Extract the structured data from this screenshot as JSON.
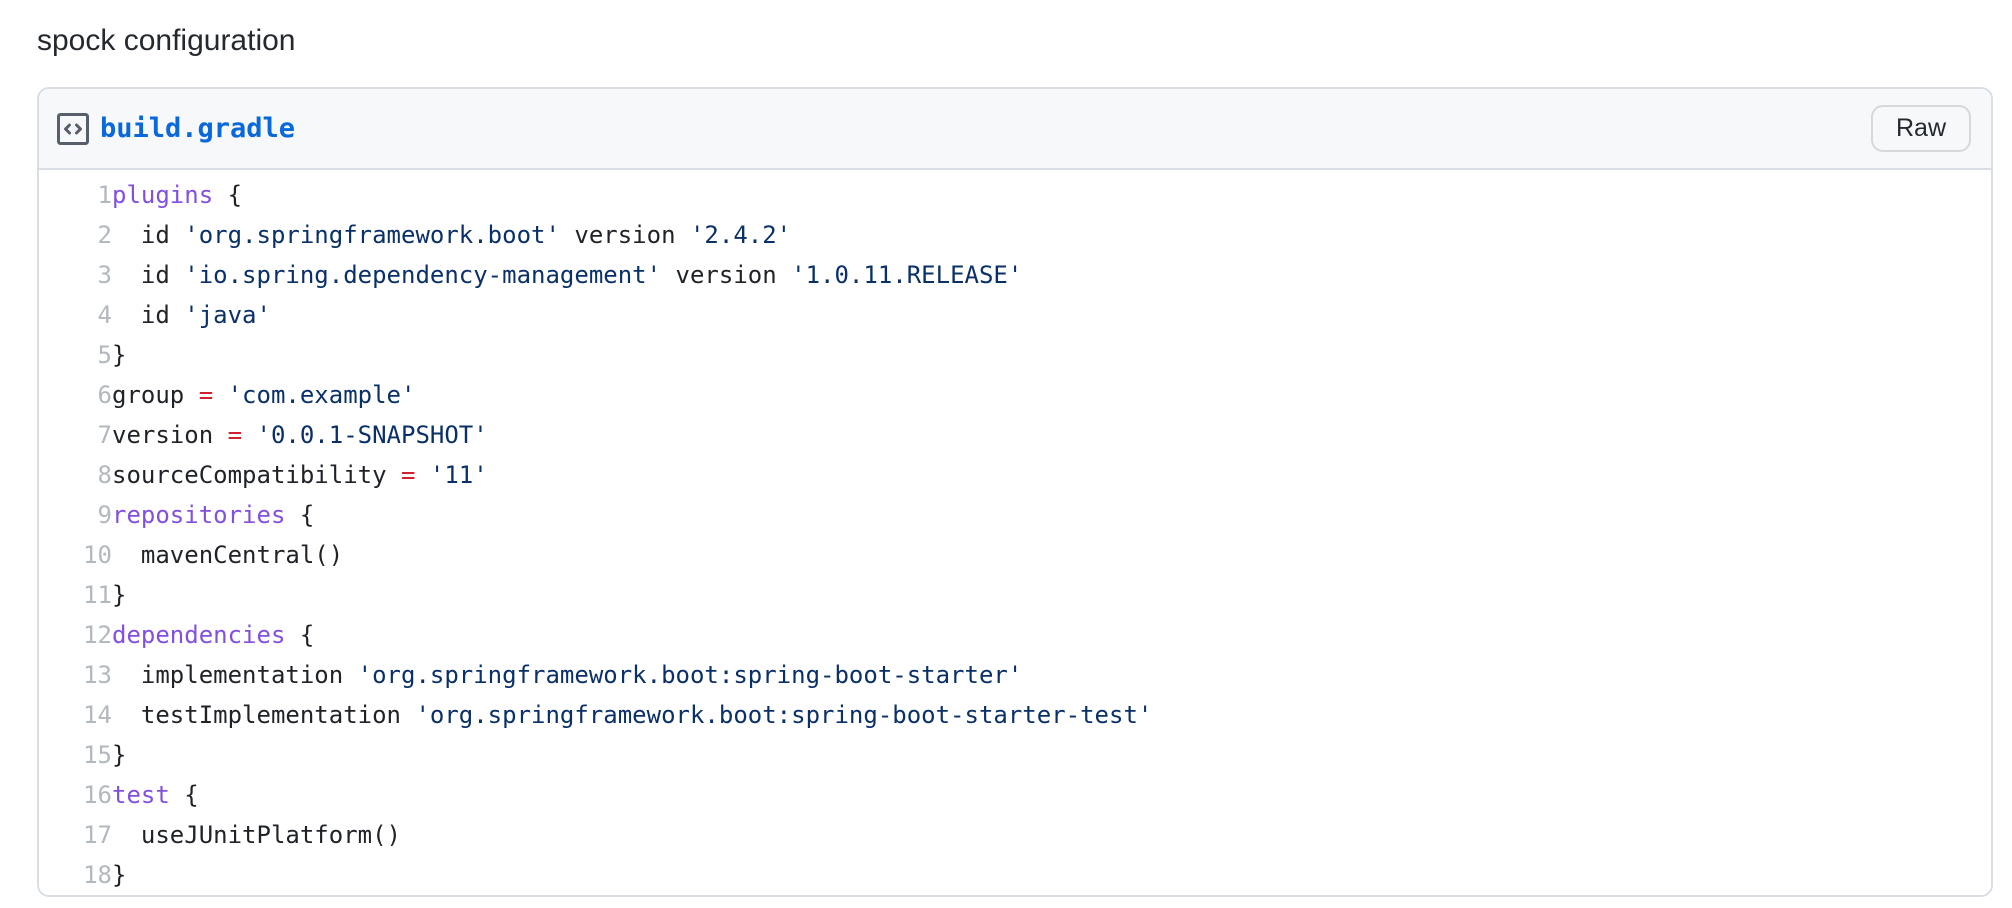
{
  "page": {
    "title": "spock configuration"
  },
  "gist": {
    "file_name": "build.gradle",
    "raw_button_label": "Raw",
    "file_icon": "code-square-icon"
  },
  "colors": {
    "link_blue": "#0969da",
    "header_bg": "#f6f8fa",
    "card_border": "#d8dee4",
    "icon_gray": "#57606a",
    "line_number_gray": "#b2b8bf",
    "syntax_plain": "#1f2328",
    "syntax_entity_purple": "#8250df",
    "syntax_string_navy": "#0a3069",
    "syntax_operator_red": "#cf222e"
  },
  "code": {
    "lines": [
      {
        "num": "1",
        "tokens": [
          [
            "e",
            "plugins"
          ],
          [
            "p",
            " {"
          ]
        ]
      },
      {
        "num": "2",
        "tokens": [
          [
            "p",
            "  id "
          ],
          [
            "s",
            "'org.springframework.boot'"
          ],
          [
            "p",
            " version "
          ],
          [
            "s",
            "'2.4.2'"
          ]
        ]
      },
      {
        "num": "3",
        "tokens": [
          [
            "p",
            "  id "
          ],
          [
            "s",
            "'io.spring.dependency-management'"
          ],
          [
            "p",
            " version "
          ],
          [
            "s",
            "'1.0.11.RELEASE'"
          ]
        ]
      },
      {
        "num": "4",
        "tokens": [
          [
            "p",
            "  id "
          ],
          [
            "s",
            "'java'"
          ]
        ]
      },
      {
        "num": "5",
        "tokens": [
          [
            "p",
            "}"
          ]
        ]
      },
      {
        "num": "6",
        "tokens": [
          [
            "p",
            "group "
          ],
          [
            "k",
            "="
          ],
          [
            "p",
            " "
          ],
          [
            "s",
            "'com.example'"
          ]
        ]
      },
      {
        "num": "7",
        "tokens": [
          [
            "p",
            "version "
          ],
          [
            "k",
            "="
          ],
          [
            "p",
            " "
          ],
          [
            "s",
            "'0.0.1-SNAPSHOT'"
          ]
        ]
      },
      {
        "num": "8",
        "tokens": [
          [
            "p",
            "sourceCompatibility "
          ],
          [
            "k",
            "="
          ],
          [
            "p",
            " "
          ],
          [
            "s",
            "'11'"
          ]
        ]
      },
      {
        "num": "9",
        "tokens": [
          [
            "e",
            "repositories"
          ],
          [
            "p",
            " {"
          ]
        ]
      },
      {
        "num": "10",
        "tokens": [
          [
            "p",
            "  mavenCentral()"
          ]
        ]
      },
      {
        "num": "11",
        "tokens": [
          [
            "p",
            "}"
          ]
        ]
      },
      {
        "num": "12",
        "tokens": [
          [
            "e",
            "dependencies"
          ],
          [
            "p",
            " {"
          ]
        ]
      },
      {
        "num": "13",
        "tokens": [
          [
            "p",
            "  implementation "
          ],
          [
            "s",
            "'org.springframework.boot:spring-boot-starter'"
          ]
        ]
      },
      {
        "num": "14",
        "tokens": [
          [
            "p",
            "  testImplementation "
          ],
          [
            "s",
            "'org.springframework.boot:spring-boot-starter-test'"
          ]
        ]
      },
      {
        "num": "15",
        "tokens": [
          [
            "p",
            "}"
          ]
        ]
      },
      {
        "num": "16",
        "tokens": [
          [
            "e",
            "test"
          ],
          [
            "p",
            " {"
          ]
        ]
      },
      {
        "num": "17",
        "tokens": [
          [
            "p",
            "  useJUnitPlatform()"
          ]
        ]
      },
      {
        "num": "18",
        "tokens": [
          [
            "p",
            "}"
          ]
        ]
      }
    ]
  }
}
